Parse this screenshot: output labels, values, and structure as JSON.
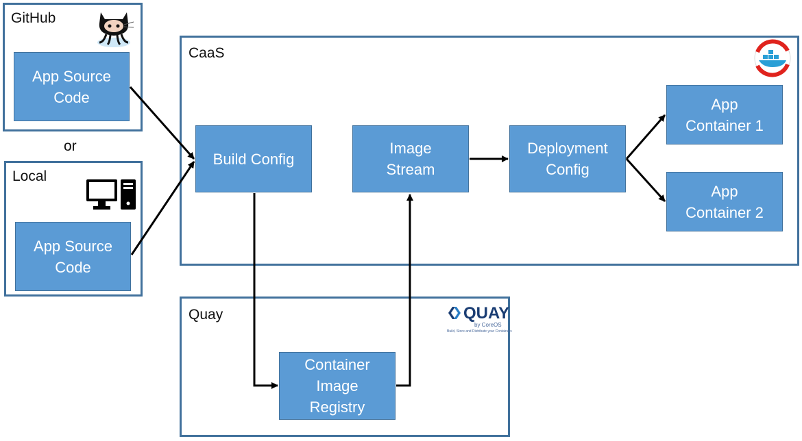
{
  "groups": {
    "github": "GitHub",
    "local": "Local",
    "caas": "CaaS",
    "quay": "Quay"
  },
  "connector_or": "or",
  "nodes": {
    "github_source": "App Source\nCode",
    "local_source": "App Source\nCode",
    "build_config": "Build Config",
    "image_stream": "Image\nStream",
    "deployment_config": "Deployment\nConfig",
    "app_container_1": "App\nContainer 1",
    "app_container_2": "App\nContainer 2",
    "container_image_registry": "Container\nImage\nRegistry"
  },
  "icons": {
    "github": "octocat-icon",
    "local": "desktop-computer-icon",
    "caas": "caas-container-logo",
    "quay": "quay-logo"
  },
  "quay_logo": {
    "word": "QUAY",
    "by": "by CoreOS",
    "tagline": "Build, Store and Distribute your Containers"
  },
  "colors": {
    "node_fill": "#5b9bd5",
    "node_border": "#41719c",
    "group_border": "#41719c",
    "arrow": "#000000"
  }
}
